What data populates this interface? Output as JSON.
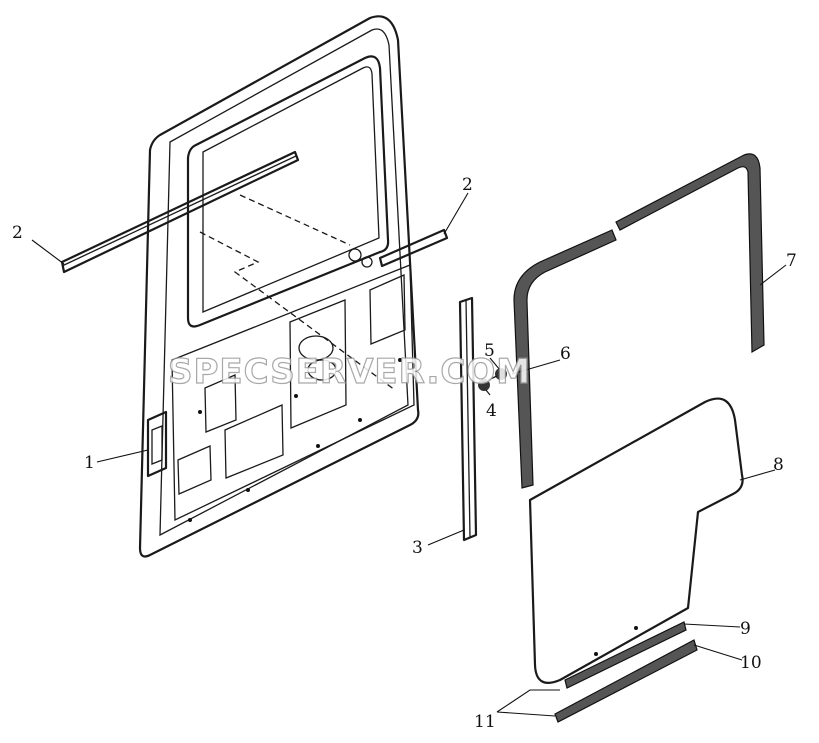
{
  "diagram": {
    "labels": {
      "l1": "1",
      "l2a": "2",
      "l2b": "2",
      "l3": "3",
      "l4": "4",
      "l5": "5",
      "l6": "6",
      "l7": "7",
      "l8": "8",
      "l9": "9",
      "l10": "10",
      "l11": "11"
    },
    "watermark": "SPECSERVER.COM"
  }
}
